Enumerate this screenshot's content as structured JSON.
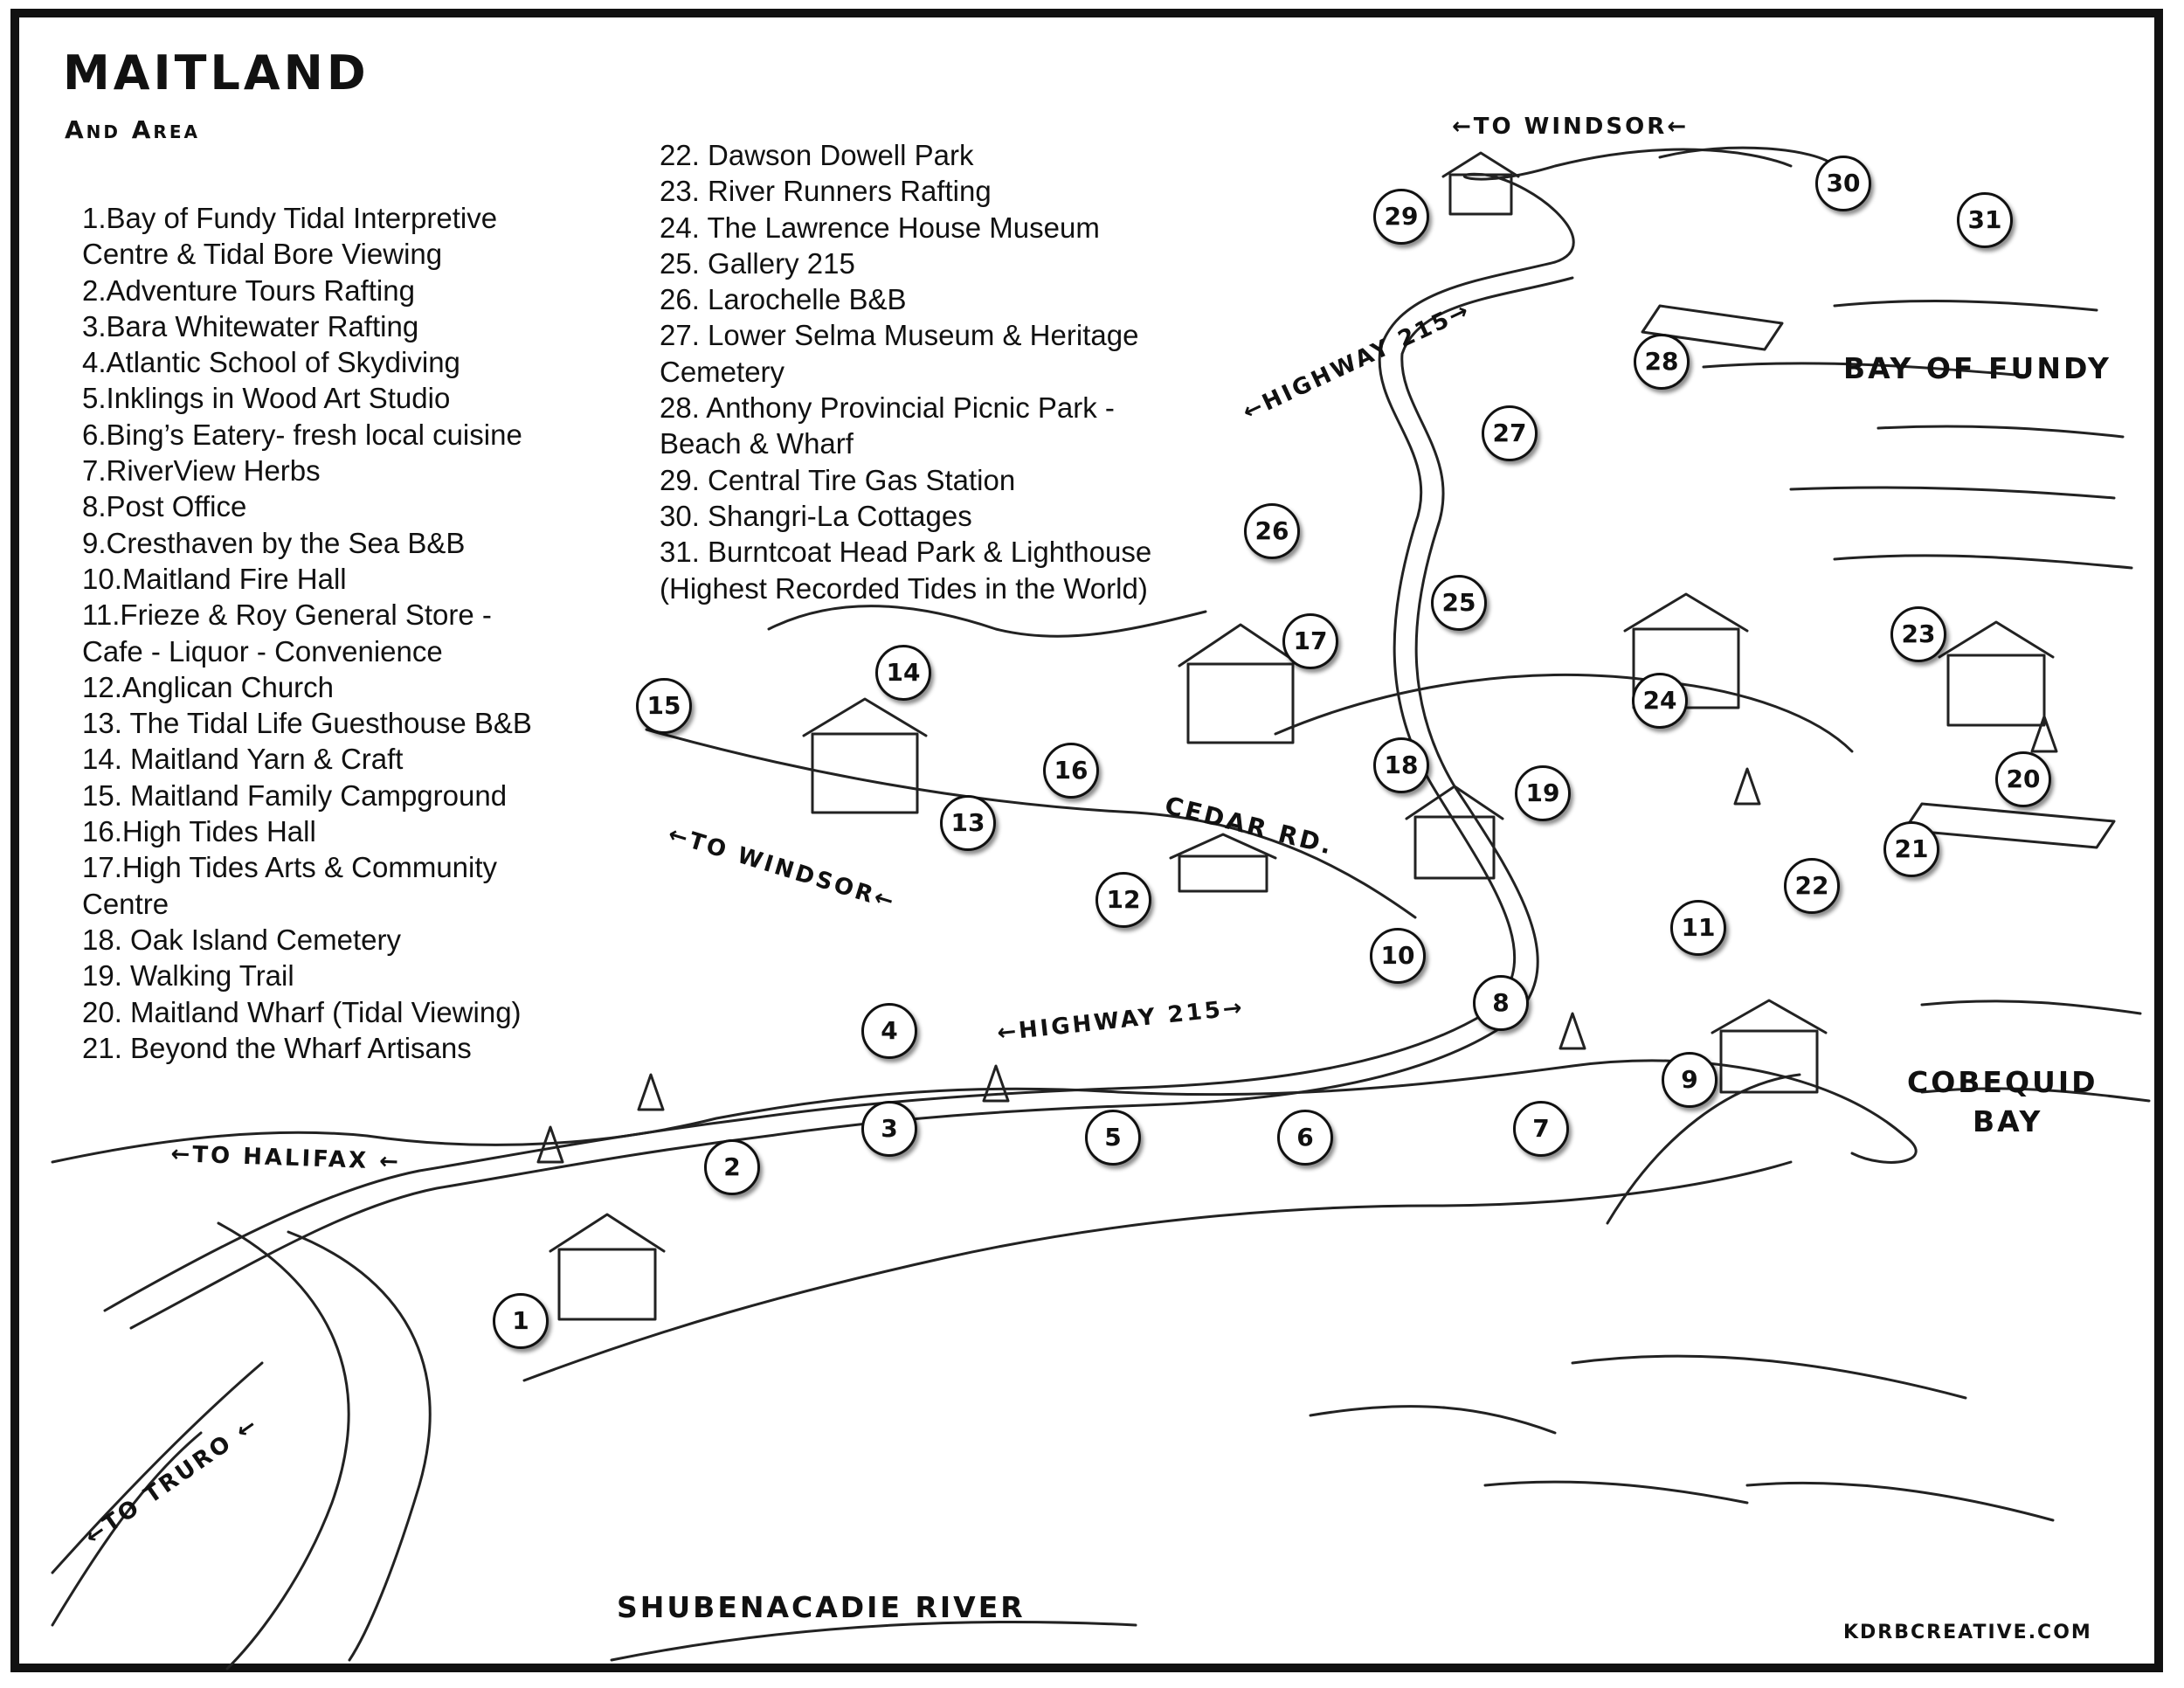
{
  "map": {
    "title": "MAITLAND",
    "subtitle": "And Area",
    "credit": "KDRBCREATIVE.COM"
  },
  "legend": {
    "column_1": [
      "1.Bay of Fundy Tidal Interpretive",
      "Centre & Tidal Bore Viewing",
      "2.Adventure Tours Rafting",
      "3.Bara Whitewater Rafting",
      "4.Atlantic School of Skydiving",
      "5.Inklings in Wood Art Studio",
      "6.Bing’s Eatery- fresh local cuisine",
      "7.RiverView Herbs",
      "8.Post Office",
      "9.Cresthaven by the Sea B&B",
      "10.Maitland Fire Hall",
      "11.Frieze & Roy General Store -",
      "Cafe - Liquor - Convenience",
      "12.Anglican Church",
      "13. The Tidal Life Guesthouse B&B",
      "14. Maitland Yarn & Craft",
      "15. Maitland Family Campground",
      "16.High Tides Hall",
      "17.High Tides Arts & Community",
      "Centre",
      "18. Oak Island Cemetery",
      "19. Walking Trail",
      "20. Maitland Wharf (Tidal Viewing)",
      "21. Beyond the Wharf Artisans"
    ],
    "column_2": [
      "22. Dawson Dowell Park",
      "23. River Runners Rafting",
      "24. The Lawrence House Museum",
      "25. Gallery 215",
      "26. Larochelle B&B",
      "27. Lower Selma Museum & Heritage",
      "Cemetery",
      "28. Anthony Provincial Picnic Park -",
      "Beach & Wharf",
      "29. Central Tire Gas Station",
      "30. Shangri-La Cottages",
      "31. Burntcoat Head Park & Lighthouse",
      "(Highest Recorded Tides in the World)"
    ]
  },
  "place_labels": {
    "to_windsor_top": "←TO WINDSOR←",
    "to_windsor_left": "←TO WINDSOR←",
    "to_halifax": "←TO HALIFAX ←",
    "to_truro": "←TO TRURO ←",
    "highway_215_north": "←HIGHWAY 215→",
    "highway_215_south": "←HIGHWAY 215→",
    "cedar_rd": "CEDAR RD.",
    "bay_of_fundy": "BAY OF FUNDY",
    "cobequid_bay_line1": "COBEQUID",
    "cobequid_bay_line2": "BAY",
    "shubenacadie_river": "SHUBENACADIE RIVER"
  },
  "markers": [
    "1",
    "2",
    "3",
    "4",
    "5",
    "6",
    "7",
    "8",
    "9",
    "10",
    "11",
    "12",
    "13",
    "14",
    "15",
    "16",
    "17",
    "18",
    "19",
    "20",
    "21",
    "22",
    "23",
    "24",
    "25",
    "26",
    "27",
    "28",
    "29",
    "30",
    "31"
  ]
}
